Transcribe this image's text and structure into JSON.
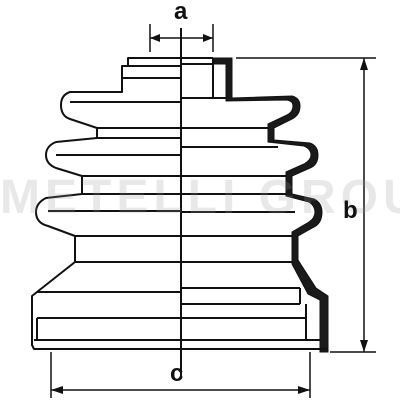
{
  "diagram": {
    "labels": {
      "a": "a",
      "b": "b",
      "c": "c"
    },
    "watermark": "METELLI GROUP"
  }
}
